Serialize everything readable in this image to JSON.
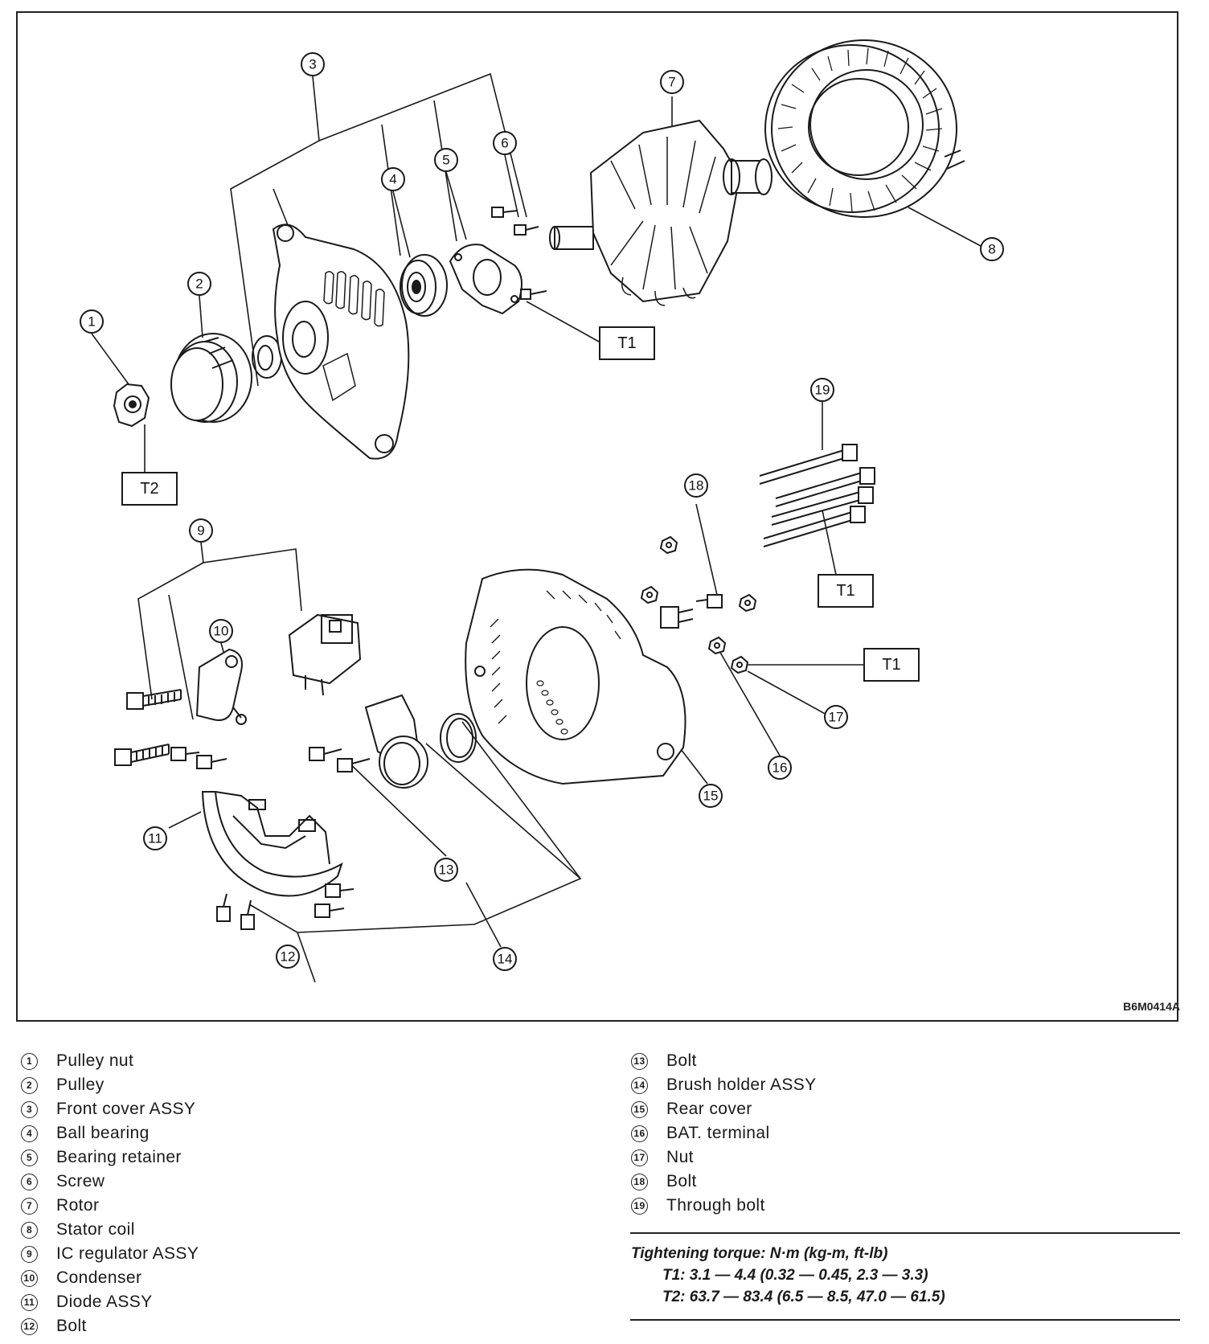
{
  "figure": {
    "code": "B6M0414A",
    "callouts": [
      "1",
      "2",
      "3",
      "4",
      "5",
      "6",
      "7",
      "8",
      "9",
      "10",
      "11",
      "12",
      "13",
      "14",
      "15",
      "16",
      "17",
      "18",
      "19"
    ],
    "torque_tags": [
      "T1",
      "T2",
      "T1",
      "T1"
    ]
  },
  "legend_left": [
    {
      "num": "1",
      "label": "Pulley nut"
    },
    {
      "num": "2",
      "label": "Pulley"
    },
    {
      "num": "3",
      "label": "Front cover ASSY"
    },
    {
      "num": "4",
      "label": "Ball bearing"
    },
    {
      "num": "5",
      "label": "Bearing retainer"
    },
    {
      "num": "6",
      "label": "Screw"
    },
    {
      "num": "7",
      "label": "Rotor"
    },
    {
      "num": "8",
      "label": "Stator coil"
    },
    {
      "num": "9",
      "label": "IC regulator ASSY"
    },
    {
      "num": "10",
      "label": "Condenser"
    },
    {
      "num": "11",
      "label": "Diode ASSY"
    },
    {
      "num": "12",
      "label": "Bolt"
    }
  ],
  "legend_right": [
    {
      "num": "13",
      "label": "Bolt"
    },
    {
      "num": "14",
      "label": "Brush holder ASSY"
    },
    {
      "num": "15",
      "label": "Rear cover"
    },
    {
      "num": "16",
      "label": "BAT. terminal"
    },
    {
      "num": "17",
      "label": "Nut"
    },
    {
      "num": "18",
      "label": "Bolt"
    },
    {
      "num": "19",
      "label": "Through bolt"
    }
  ],
  "torque": {
    "heading": "Tightening torque: N·m (kg-m, ft-lb)",
    "t1": "T1: 3.1 — 4.4 (0.32 — 0.45, 2.3 — 3.3)",
    "t2": "T2: 63.7 — 83.4 (6.5 — 8.5, 47.0 — 61.5)"
  }
}
